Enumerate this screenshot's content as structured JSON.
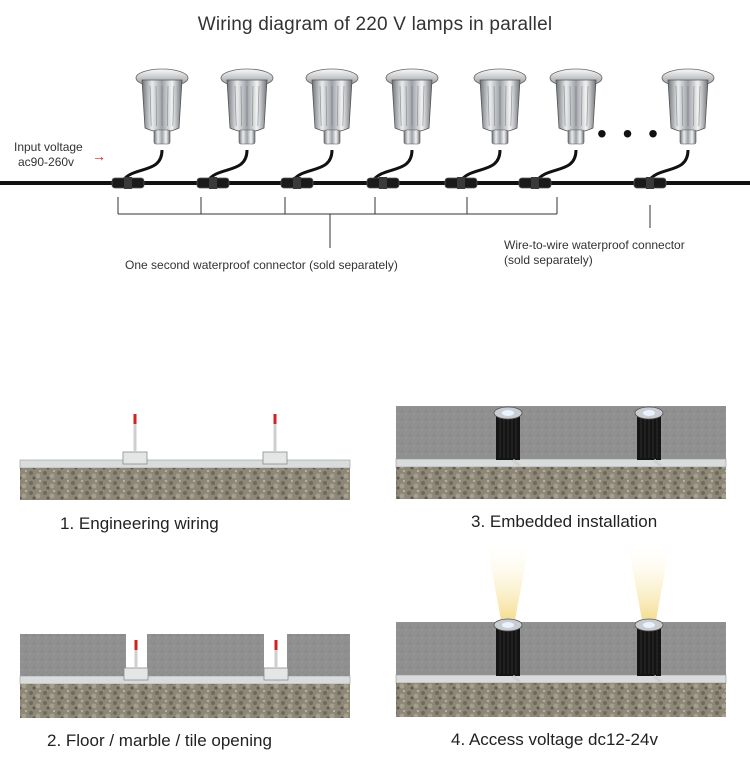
{
  "title": "Wiring diagram of 220 V lamps in parallel",
  "input": {
    "line1": "Input voltage",
    "line2": "ac90-260v"
  },
  "ellipsis": "• • •",
  "connectors": {
    "one_second": "One second waterproof connector (sold separately)",
    "wire_to_wire_line1": "Wire-to-wire waterproof connector",
    "wire_to_wire_line2": "(sold separately)"
  },
  "steps": [
    {
      "label": "1. Engineering wiring"
    },
    {
      "label": "2. Floor / marble / tile opening"
    },
    {
      "label": "3. Embedded installation"
    },
    {
      "label": "4. Access voltage dc12-24v"
    }
  ],
  "colors": {
    "lamp_body": "#b9bcc0",
    "cable": "#111111",
    "stone": "#8b8577",
    "slab": "#8f8f8f",
    "wire_tip": "#d61f1f",
    "beam": "#f6e7b0"
  }
}
